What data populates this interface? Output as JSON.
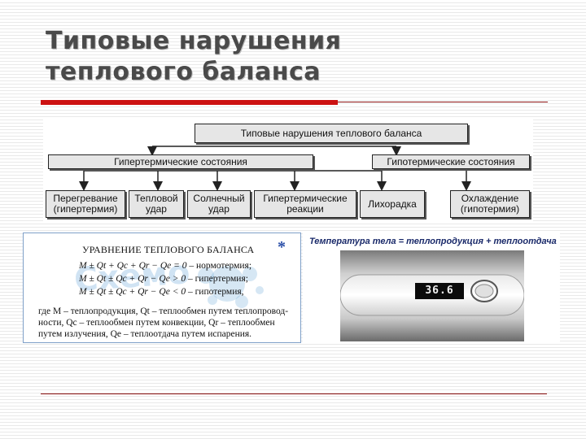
{
  "slide": {
    "title_line1": "Типовые нарушения",
    "title_line2": "теплового баланса"
  },
  "diagram": {
    "root": "Типовые нарушения теплового баланса",
    "hyper": "Гипертермические состояния",
    "hypo": "Гипотермические состояния",
    "leaves": {
      "overheating_1": "Перегревание",
      "overheating_2": "(гипертермия)",
      "heatstroke_1": "Тепловой",
      "heatstroke_2": "удар",
      "sunstroke_1": "Солнечный",
      "sunstroke_2": "удар",
      "hyperthermic_1": "Гипертермические",
      "hyperthermic_2": "реакции",
      "fever": "Лихорадка",
      "cooling_1": "Охлаждение",
      "cooling_2": "(гипотермия)"
    }
  },
  "equation_panel": {
    "heading": "УРАВНЕНИЕ ТЕПЛОВОГО БАЛАНСА",
    "asterisk": "*",
    "eq1": "M ± Qt + Qc + Qr − Qe = 0",
    "eq1_note": " – нормотермия;",
    "eq2": "M ± Qt ± Qc + Qr − Qe > 0",
    "eq2_note": " – гипертермия;",
    "eq3": "M ± Qt ± Qc + Qr − Qe < 0",
    "eq3_note": " – гипотермия,",
    "legend1": "где M – теплопродукция, Qt – теплообмен путем теплопровод-",
    "legend2": "ности, Qc – теплообмен путем конвекции, Qr – теплообмен",
    "legend3": "путем излучения, Qe – теплоотдача путем испарения.",
    "watermark": "Схемо"
  },
  "thermometer_panel": {
    "caption": "Температура тела = теплопродукция +  теплоотдача",
    "readout": "36.6"
  }
}
